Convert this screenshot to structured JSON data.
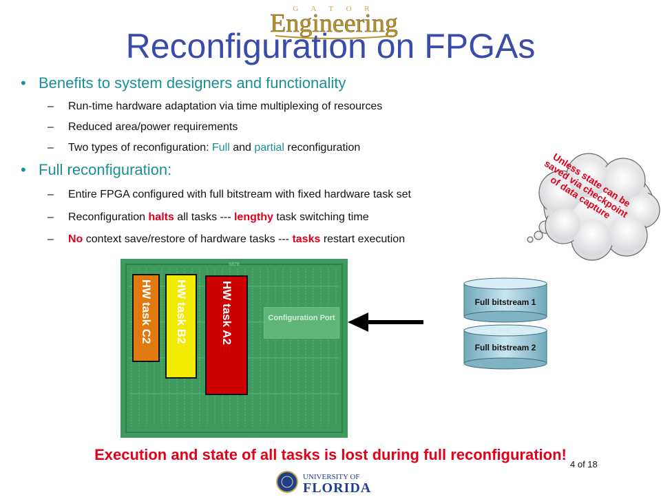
{
  "header": {
    "logo_top_small": "G A T O R",
    "logo_top_main": "Engineering",
    "title": "Reconfiguration on FPGAs"
  },
  "bullets": [
    {
      "text": "Benefits to system designers and functionality",
      "subs": [
        {
          "parts": [
            {
              "t": "Run-time hardware adaptation via time multiplexing of resources"
            }
          ]
        },
        {
          "parts": [
            {
              "t": "Reduced area/power requirements"
            }
          ]
        },
        {
          "parts": [
            {
              "t": "Two types of reconfiguration: "
            },
            {
              "t": "Full",
              "style": "teal"
            },
            {
              "t": " and "
            },
            {
              "t": "partial",
              "style": "teal"
            },
            {
              "t": " reconfiguration"
            }
          ]
        }
      ]
    },
    {
      "text": "Full reconfiguration:",
      "subs": [
        {
          "parts": [
            {
              "t": "Entire FPGA configured with full bitstream with fixed hardware task set"
            }
          ]
        },
        {
          "parts": [
            {
              "t": "Reconfiguration "
            },
            {
              "t": "halts",
              "style": "red"
            },
            {
              "t": " all tasks --- "
            },
            {
              "t": "lengthy",
              "style": "red"
            },
            {
              "t": " task switching time"
            }
          ]
        },
        {
          "parts": [
            {
              "t": "No",
              "style": "red"
            },
            {
              "t": " context save/restore of hardware tasks  --- "
            },
            {
              "t": "tasks",
              "style": "red"
            },
            {
              "t": " restart execution"
            }
          ]
        }
      ]
    }
  ],
  "cloud": {
    "text": "Unless state can be saved via checkpoint of data capture"
  },
  "fpga": {
    "chip_label": "6878",
    "tasks": [
      {
        "label": "HW task C2",
        "bg": "#e07a10",
        "color": "#ffffff"
      },
      {
        "label": "HW task B2",
        "bg": "#f2ea00",
        "color": "#ffffff"
      },
      {
        "label": "HW task A2",
        "bg": "#cc0000",
        "color": "#ffffff"
      }
    ],
    "config_port": "Configuration Port"
  },
  "bitstreams": [
    "Full bitstream 1",
    "Full bitstream 2"
  ],
  "conclusion": "Execution and state of all tasks is lost during full reconfiguration!",
  "page_number": "4 of 18",
  "footer": {
    "logo_line1": "UNIVERSITY OF",
    "logo_line2": "FLORIDA"
  }
}
